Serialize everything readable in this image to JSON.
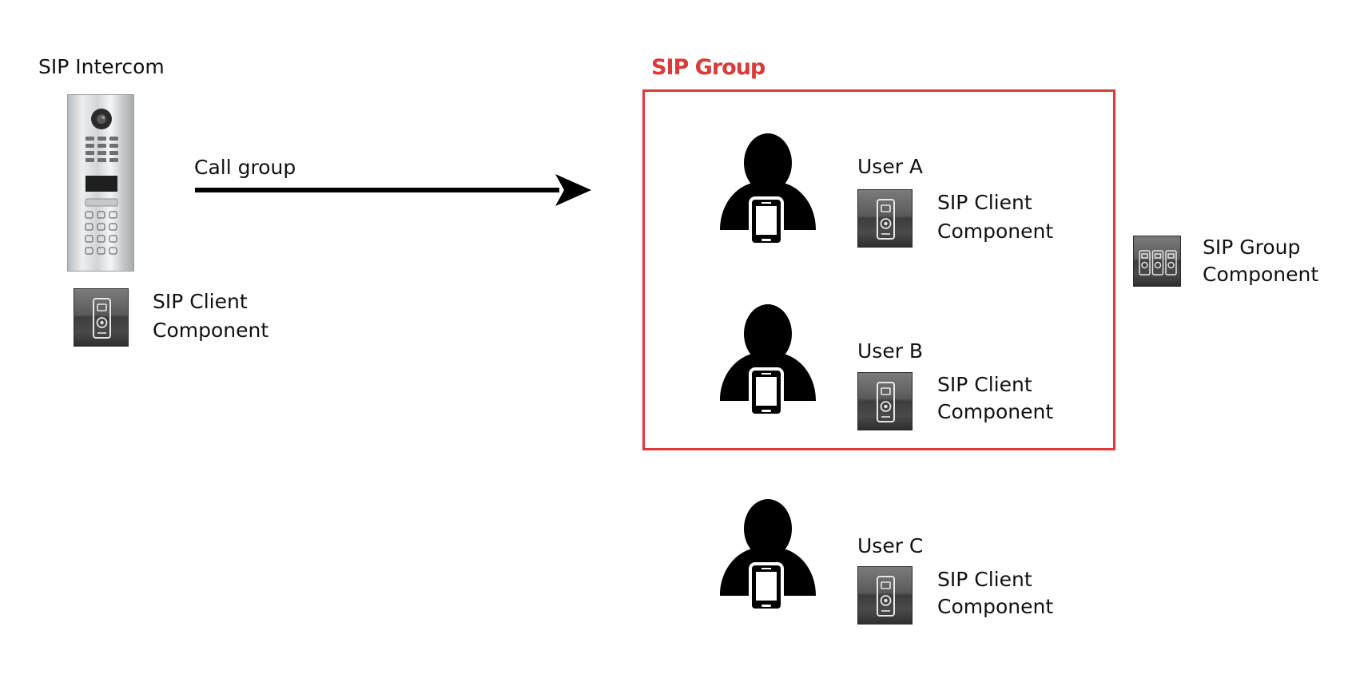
{
  "colors": {
    "group_accent": "#d93a3a",
    "arrow": "#000000",
    "silhouette": "#000000"
  },
  "intercom": {
    "title": "SIP Intercom",
    "icon": "door-intercom-icon",
    "component": {
      "icon": "sip-client-icon",
      "line1": "SIP Client",
      "line2": "Component"
    }
  },
  "arrow": {
    "label": "Call group"
  },
  "group": {
    "title": "SIP Group",
    "users": [
      {
        "name": "User A",
        "icon": "user-with-phone-icon",
        "component": {
          "icon": "sip-client-icon",
          "line1": "SIP Client",
          "line2": "Component"
        }
      },
      {
        "name": "User B",
        "icon": "user-with-phone-icon",
        "component": {
          "icon": "sip-client-icon",
          "line1": "SIP Client",
          "line2": "Component"
        }
      }
    ]
  },
  "group_component": {
    "icon": "sip-group-icon",
    "line1": "SIP Group",
    "line2": "Component"
  },
  "outside_user": {
    "name": "User C",
    "icon": "user-with-phone-icon",
    "component": {
      "icon": "sip-client-icon",
      "line1": "SIP Client",
      "line2": "Component"
    }
  }
}
